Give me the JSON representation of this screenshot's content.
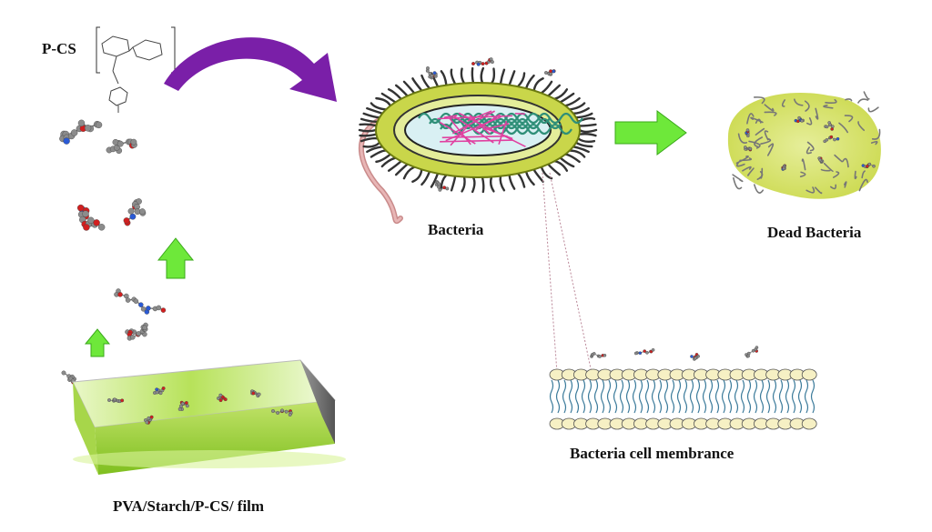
{
  "labels": {
    "pcs": "P-CS",
    "bacteria": "Bacteria",
    "dead_bacteria": "Dead Bacteria",
    "membrane": "Bacteria cell membrance",
    "film": "PVA/Starch/P-CS/ film"
  },
  "colors": {
    "purple_arrow": "#7a1fa8",
    "green_arrow": "#6ee83a",
    "bacteria_body": "#c9d64a",
    "bacteria_inner": "#2f8f78",
    "film_green": "#9fd43a",
    "membrane_head": "#f6f0c4",
    "dead_body": "#d6e26a",
    "atom_grey": "#8c8c8c",
    "atom_red": "#d21f1f",
    "atom_blue": "#2a5ad6"
  }
}
